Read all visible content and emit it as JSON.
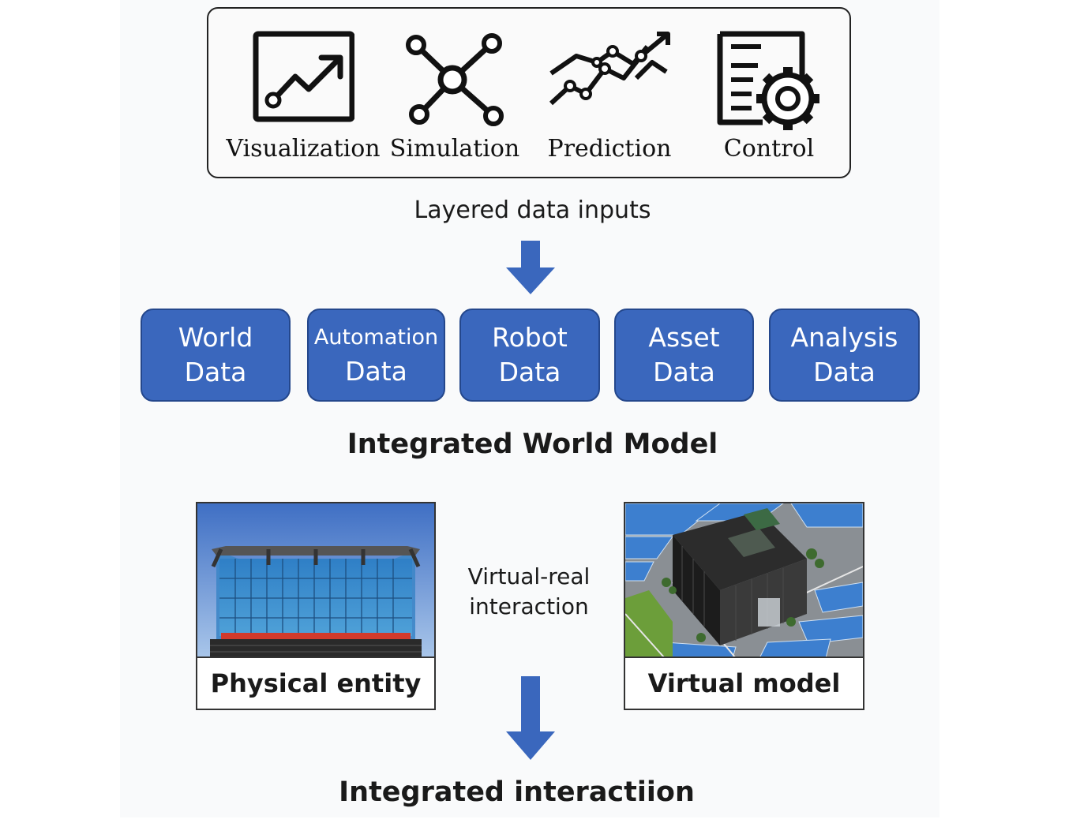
{
  "capabilities": [
    {
      "label": "Visualization",
      "icon": "trend-chart-icon"
    },
    {
      "label": "Simulation",
      "icon": "network-nodes-icon"
    },
    {
      "label": "Prediction",
      "icon": "multi-line-chart-icon"
    },
    {
      "label": "Control",
      "icon": "document-gear-icon"
    }
  ],
  "inputs_label": "Layered data inputs",
  "data_categories": [
    {
      "line1": "World",
      "line2": "Data"
    },
    {
      "line1": "Automation",
      "line2": "Data"
    },
    {
      "line1": "Robot",
      "line2": "Data"
    },
    {
      "line1": "Asset",
      "line2": "Data"
    },
    {
      "line1": "Analysis",
      "line2": "Data"
    }
  ],
  "model_label": "Integrated World Model",
  "physical_caption": "Physical entity",
  "virtual_caption": "Virtual model",
  "interaction_text": {
    "line1": "Virtual-real",
    "line2": "interaction"
  },
  "final_label": "Integrated interactiion",
  "colors": {
    "category_fill": "#3a67bd",
    "category_border": "#24478c",
    "arrow": "#3a67bd"
  }
}
